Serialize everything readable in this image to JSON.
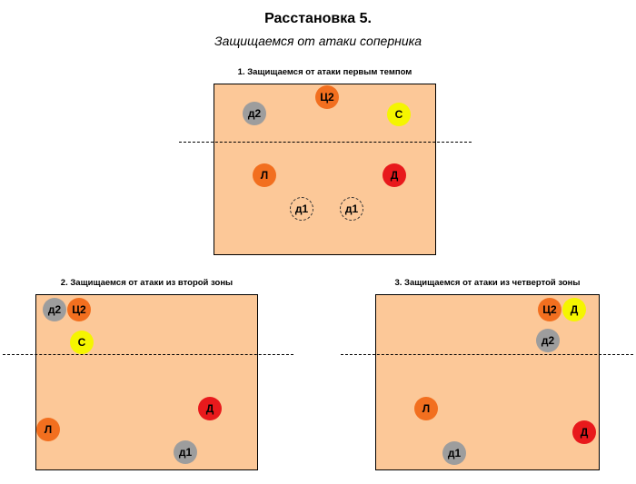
{
  "title": "Расстановка 5.",
  "subtitle": "Защищаемся от атаки соперника",
  "colors": {
    "court": "#fcc898",
    "orange": "#f26f1f",
    "red": "#e8191c",
    "gray": "#9d9d9d",
    "yellow": "#f5f500"
  },
  "panels": [
    {
      "title": "1. Защищаемся от атаки первым темпом",
      "players": [
        {
          "label": "Ц2",
          "color": "orange"
        },
        {
          "label": "д2",
          "color": "gray"
        },
        {
          "label": "С",
          "color": "yellow"
        },
        {
          "label": "Л",
          "color": "orange"
        },
        {
          "label": "Д",
          "color": "red"
        },
        {
          "label": "д1",
          "color": "ghost"
        },
        {
          "label": "д1",
          "color": "ghost"
        }
      ]
    },
    {
      "title": "2. Защищаемся от атаки из второй зоны",
      "players": [
        {
          "label": "д2",
          "color": "gray"
        },
        {
          "label": "Ц2",
          "color": "orange"
        },
        {
          "label": "С",
          "color": "yellow"
        },
        {
          "label": "Д",
          "color": "red"
        },
        {
          "label": "Л",
          "color": "orange"
        },
        {
          "label": "д1",
          "color": "gray"
        }
      ]
    },
    {
      "title": "3. Защищаемся от атаки из четвертой зоны",
      "players": [
        {
          "label": "Ц2",
          "color": "orange"
        },
        {
          "label": "Д",
          "color": "yellow"
        },
        {
          "label": "д2",
          "color": "gray"
        },
        {
          "label": "Л",
          "color": "orange"
        },
        {
          "label": "Д",
          "color": "red"
        },
        {
          "label": "д1",
          "color": "gray"
        }
      ]
    }
  ]
}
